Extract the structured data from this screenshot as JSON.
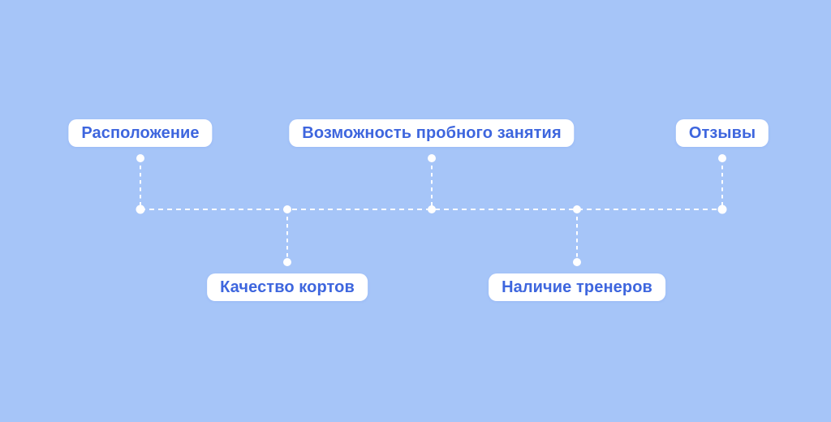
{
  "canvas": {
    "background_color": "#A6C5F8"
  },
  "diagram": {
    "type": "timeline-mindmap",
    "style": {
      "connector_color": "#FFFFFF",
      "label_background": "#FFFFFF",
      "label_text_color": "#3E66DE"
    },
    "nodes": [
      {
        "label": "Расположение",
        "side": "top"
      },
      {
        "label": "Возможность пробного занятия",
        "side": "top"
      },
      {
        "label": "Отзывы",
        "side": "top"
      },
      {
        "label": "Качество кортов",
        "side": "bottom"
      },
      {
        "label": "Наличие тренеров",
        "side": "bottom"
      }
    ]
  }
}
